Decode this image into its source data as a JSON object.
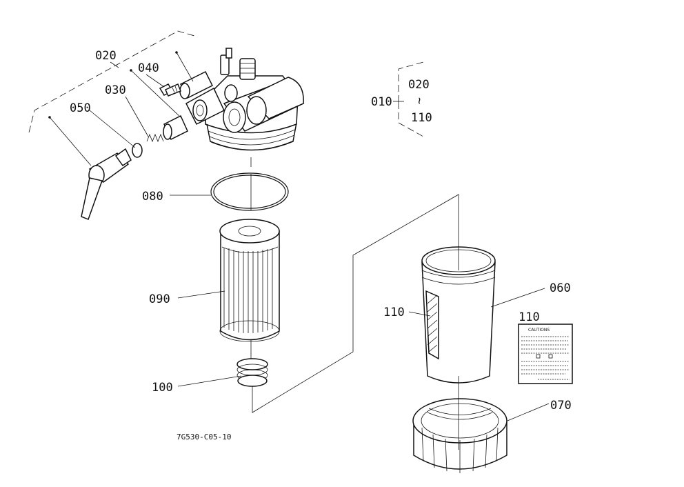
{
  "labels": {
    "l020": "020",
    "l040": "040",
    "l030": "030",
    "l050": "050",
    "l080": "080",
    "l090": "090",
    "l100": "100",
    "l110a": "110",
    "l060": "060",
    "l110b": "110",
    "l070": "070"
  },
  "assembly": {
    "main": "010",
    "from": "020",
    "tilde": "~",
    "to": "110"
  },
  "drawing_code": "7G530-C05-10",
  "caution_label": {
    "title": "CAUTIONS"
  }
}
